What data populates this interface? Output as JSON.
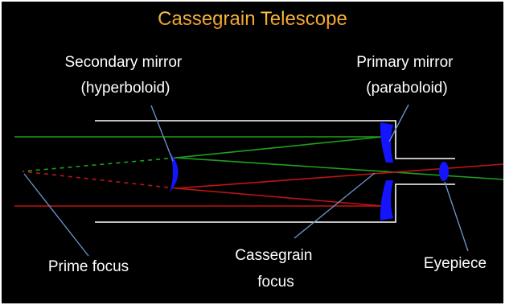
{
  "title": "Cassegrain Telescope",
  "labels": {
    "secondary_mirror": [
      "Secondary mirror",
      "(hyperboloid)"
    ],
    "primary_mirror": [
      "Primary mirror",
      "(paraboloid)"
    ],
    "prime_focus": "Prime focus",
    "cassegrain_focus": [
      "Cassegrain",
      "focus"
    ],
    "eyepiece": "Eyepiece"
  },
  "colors": {
    "background": "#000000",
    "frame": "#ffffff",
    "title": "#f3a623",
    "green_ray": "#1fa01f",
    "red_ray": "#c01414",
    "mirror": "#1414ff",
    "leader_line": "#6b8fc2"
  }
}
